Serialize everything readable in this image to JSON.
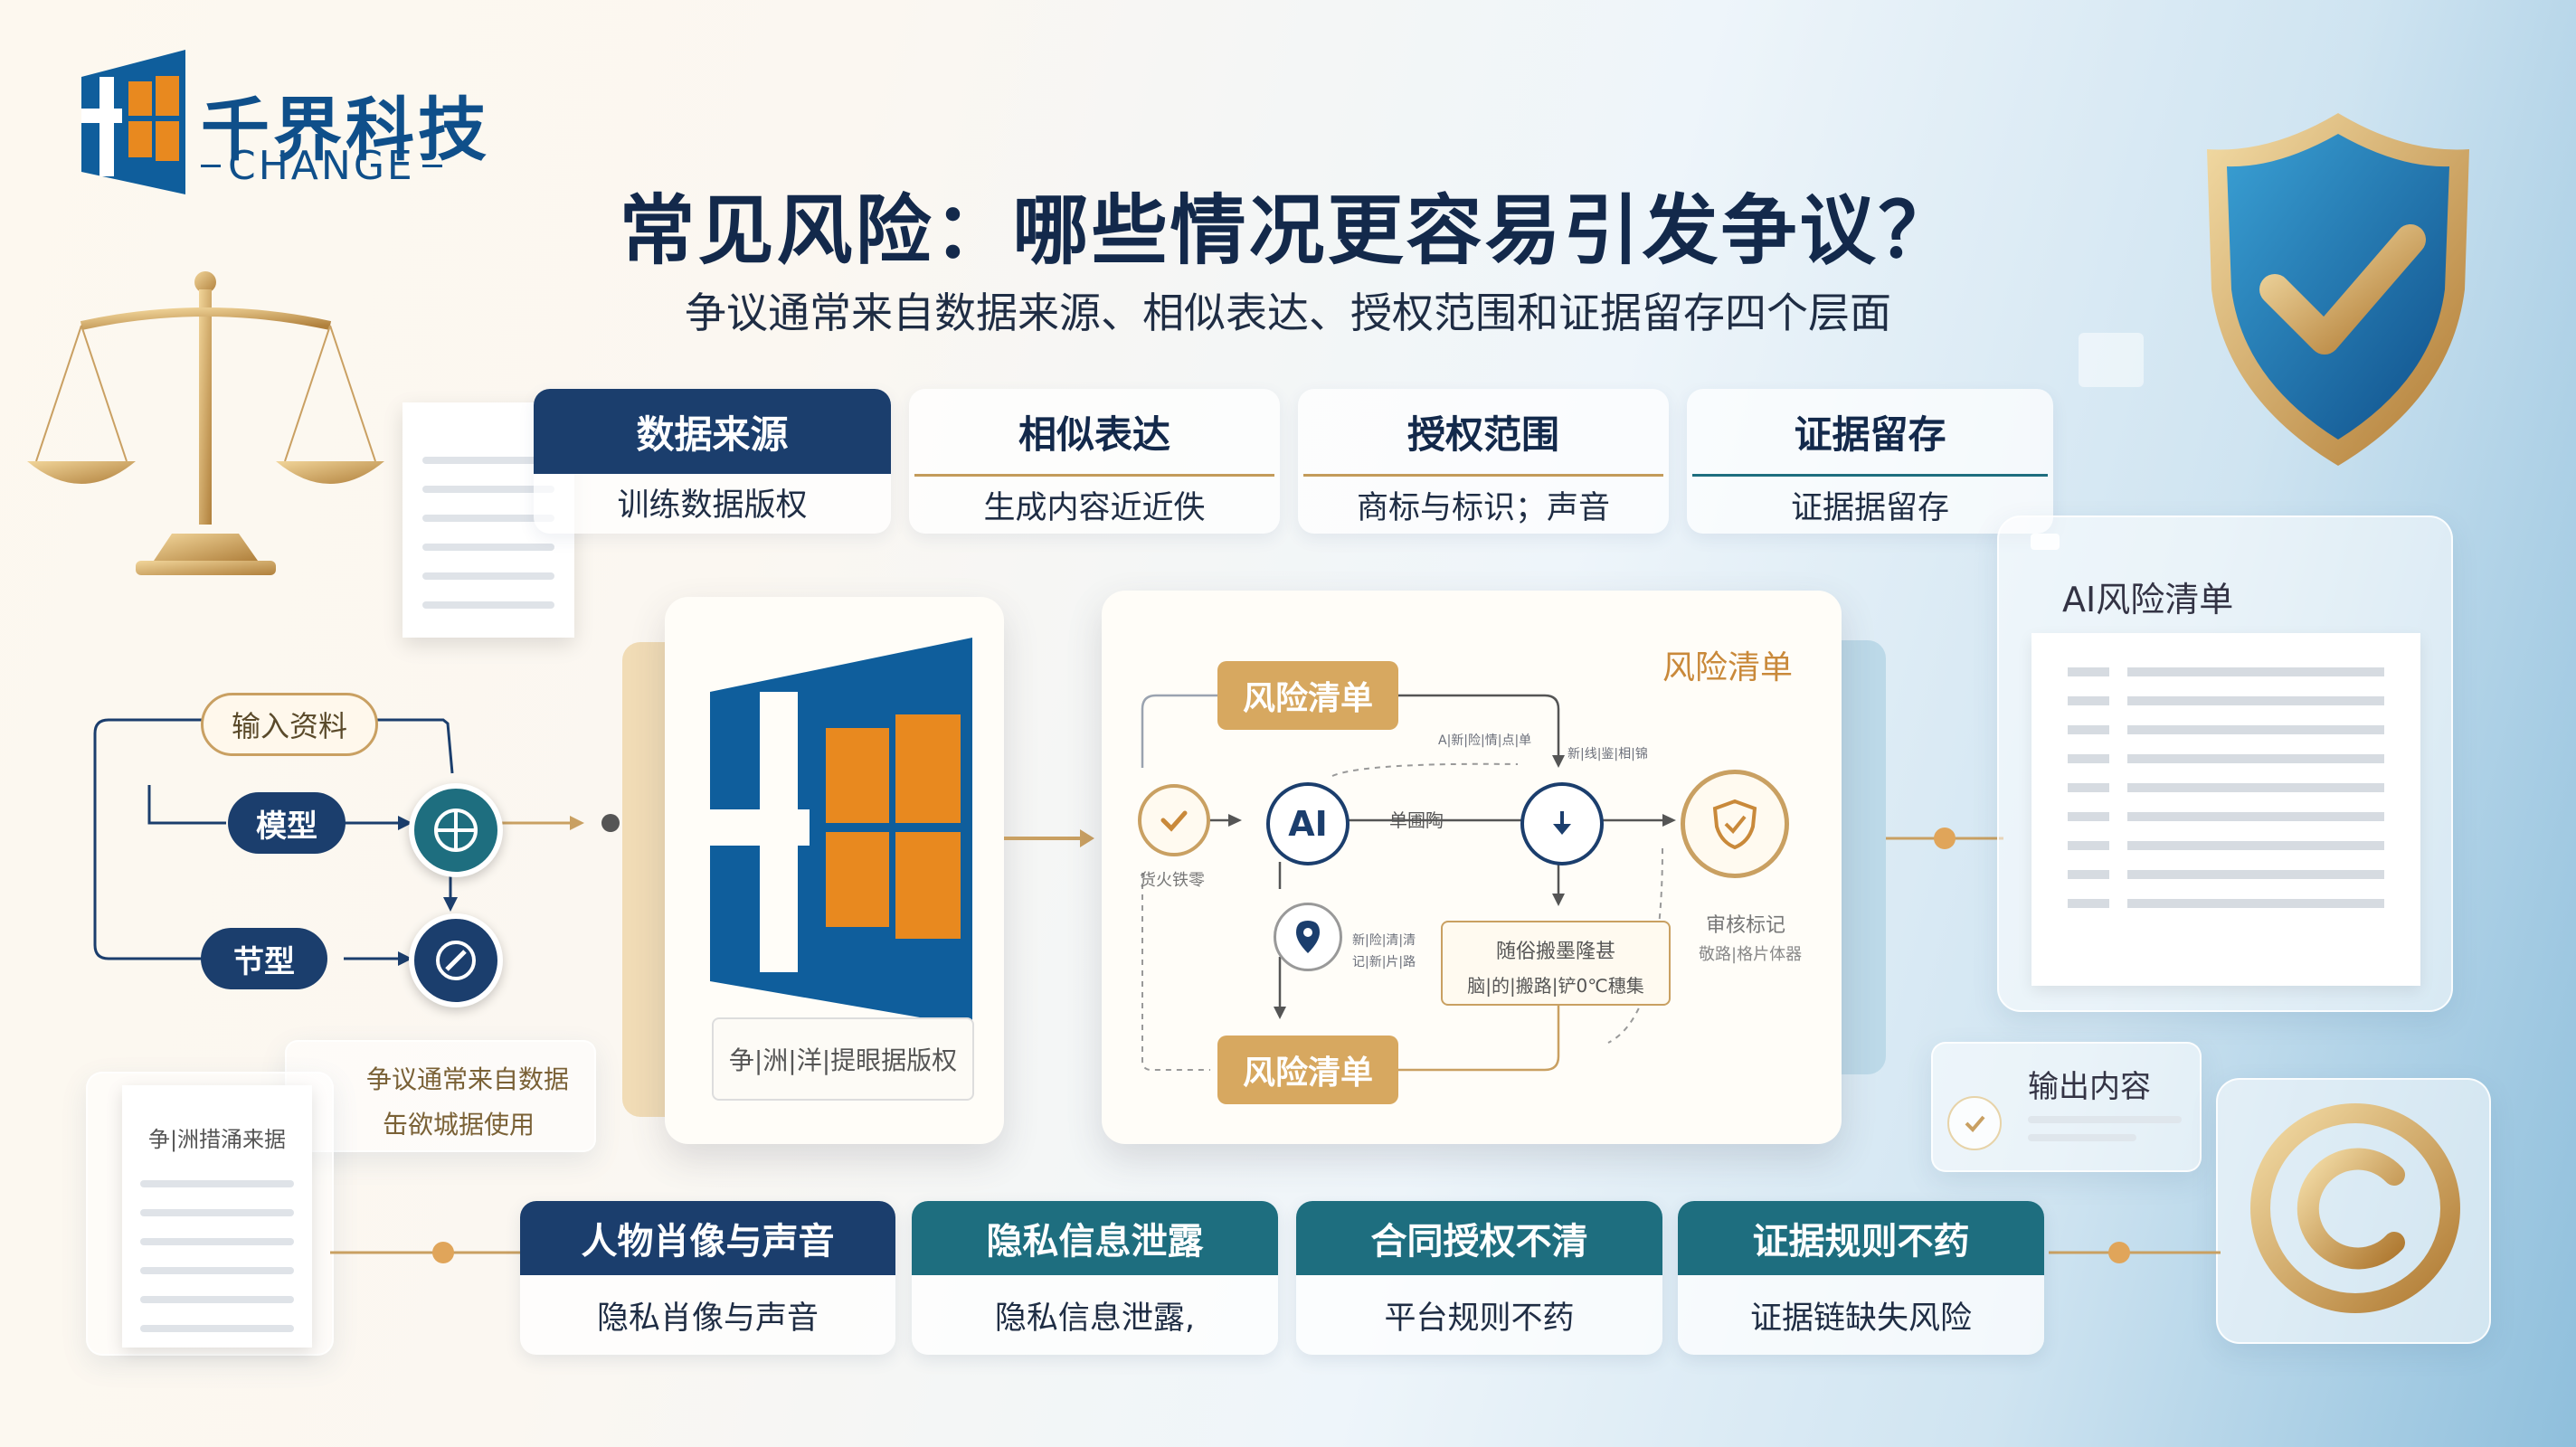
{
  "brand": {
    "name_cn": "千界科技",
    "name_en": "CHANGE"
  },
  "header": {
    "title": "常见风险：哪些情况更容易引发争议？",
    "subtitle": "争议通常来自数据来源、相似表达、授权范围和证据留存四个层面"
  },
  "top_tabs": [
    {
      "title": "数据来源",
      "desc": "训练数据版权"
    },
    {
      "title": "相似表达",
      "desc": "生成内容近近佚"
    },
    {
      "title": "授权范围",
      "desc": "商标与标识；声音"
    },
    {
      "title": "证据留存",
      "desc": "证据据留存"
    }
  ],
  "left_flow": {
    "input": "输入资料",
    "model": "模型",
    "node2": "节型",
    "note_line1": "争议通常来自数据",
    "note_line2": "缶欲城据使用",
    "doc_title": "争|洲措涌来据"
  },
  "center_card": {
    "caption": "争|洲|洋|提眼据版权"
  },
  "flow_card": {
    "title": "风险清单",
    "top_label": "风险清单",
    "bottom_label": "风险清单",
    "ai": "AI",
    "mid_label": "单圃陶",
    "left_caption": "货火铁零",
    "detail_line1": "随俗搬墨隆甚",
    "detail_line2": "脑|的|搬路|铲0℃穗集",
    "right_caption1": "审核标记",
    "right_caption2": "敬路|格片体器",
    "tiny1": "A|新|险|情|点|单",
    "tiny2": "新|线|鉴|相|锦",
    "tiny3": "新|险|清|清",
    "tiny4": "记|新|片|路"
  },
  "right_panel": {
    "title": "AI风险清单",
    "output": "输出内容"
  },
  "bottom_tabs": [
    {
      "title": "人物肖像与声音",
      "desc": "隐私肖像与声音",
      "color": "#1b3e6d"
    },
    {
      "title": "隐私信息泄露",
      "desc": "隐私信息泄露,",
      "color": "#1e6e7f"
    },
    {
      "title": "合同授权不清",
      "desc": "平台规则不药",
      "color": "#1e6e7f"
    },
    {
      "title": "证据规则不药",
      "desc": "证据链缺失风险",
      "color": "#1e6e7f"
    }
  ],
  "colors": {
    "navy": "#1b3e6d",
    "teal": "#1e6e7f",
    "gold": "#c9a062",
    "orange": "#e8891f",
    "brand_blue": "#0f4f8a"
  },
  "icons": [
    "logo-icon",
    "scales-icon",
    "shield-check-icon",
    "copyright-icon",
    "document-icon",
    "check-icon",
    "download-icon",
    "location-icon",
    "grid-icon",
    "link-icon"
  ]
}
